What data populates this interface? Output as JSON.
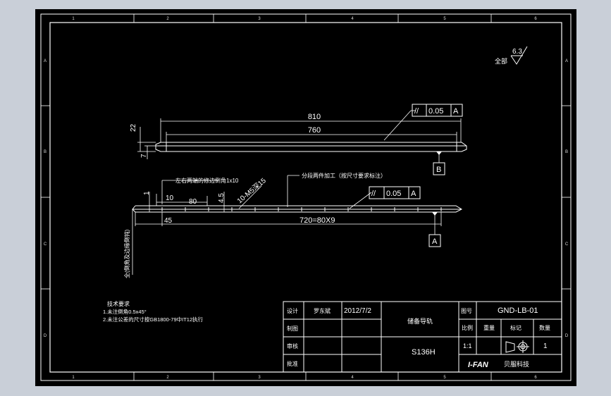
{
  "border": {
    "zones_top": [
      "1",
      "2",
      "3",
      "4",
      "5",
      "6"
    ],
    "zones_bottom": [
      "1",
      "2",
      "3",
      "4",
      "5",
      "6"
    ],
    "zones_left": [
      "A",
      "B",
      "C",
      "D"
    ],
    "zones_right": [
      "A",
      "B",
      "C",
      "D"
    ]
  },
  "roughness": {
    "label": "全部",
    "value": "6.3"
  },
  "view_top": {
    "dim_overall": "810",
    "dim_inner": "760",
    "dim_height": "22",
    "dim_small": "7",
    "tolerance": {
      "symbol": "//",
      "value": "0.05",
      "datum": "A"
    },
    "datum_label": "B"
  },
  "view_bottom": {
    "note_fillet": "左右两端的修边倒角1x10",
    "note_holes": "分段两件加工（按尺寸要求标注）",
    "hole_callout": "10-M5深15",
    "dim_10": "10",
    "dim_80": "80",
    "dim_45_vert": "4.5",
    "dim_1": "1",
    "dim_45": "45",
    "dim_pitch": "720=80X9",
    "tolerance": {
      "symbol": "//",
      "value": "0.05",
      "datum": "A"
    },
    "datum_label": "A",
    "vertical_note": "全(倒角及边缘倒钝)"
  },
  "tech_notes": {
    "title": "技术要求",
    "lines": [
      "1.未注倒角0.5x45°",
      "2.未注公差的尺寸按GB1800-79中IT12执行"
    ]
  },
  "title_block": {
    "rows": [
      {
        "label": "设计",
        "name": "罗东斌",
        "date": "2012/7/2"
      },
      {
        "label": "制图",
        "name": "",
        "date": ""
      },
      {
        "label": "审核",
        "name": "",
        "date": ""
      },
      {
        "label": "批准",
        "name": "",
        "date": ""
      }
    ],
    "part_name": "储备导轨",
    "material": "S136H",
    "drawing_no_label": "图号",
    "drawing_no": "GND-LB-01",
    "headers": [
      "比例",
      "重量",
      "标记",
      "数量"
    ],
    "scale": "1:1",
    "quantity": "1",
    "company_logo": "I-FAN",
    "company_name": "贝服科技"
  }
}
